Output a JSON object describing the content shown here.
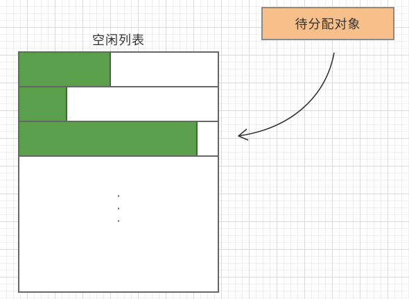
{
  "free_list": {
    "title": "空闲列表",
    "rows": [
      {
        "fill_fraction": 0.46
      },
      {
        "fill_fraction": 0.24
      },
      {
        "fill_fraction": 0.9
      }
    ],
    "ellipsis": "·\n·\n·"
  },
  "pending_object": {
    "label": "待分配对象"
  },
  "colors": {
    "used_block": "#5b9e4b",
    "pending_box": "#f7c08a"
  }
}
